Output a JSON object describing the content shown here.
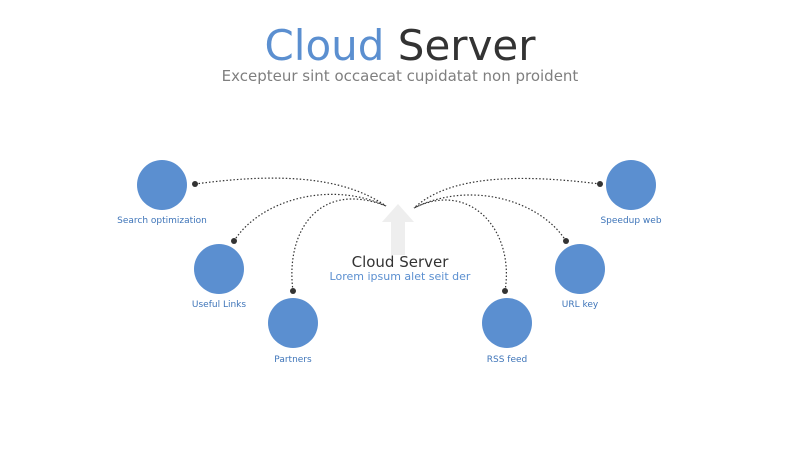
{
  "header": {
    "title_accent": "Cloud",
    "title_rest": "Server",
    "subtitle": "Excepteur sint occaecat cupidatat non proident"
  },
  "center": {
    "title": "Cloud Server",
    "subtitle": "Lorem ipsum alet seit der"
  },
  "nodes": [
    {
      "label": "Search optimization"
    },
    {
      "label": "Useful Links"
    },
    {
      "label": "Partners"
    },
    {
      "label": "RSS feed"
    },
    {
      "label": "URL key"
    },
    {
      "label": "Speedup web"
    }
  ],
  "colors": {
    "accent": "#5b8fd0",
    "label": "#3f75b9",
    "title_dark": "#333333",
    "subtitle_gray": "#7f7f7f",
    "connector": "#333333",
    "arrow": "#eeeeee"
  },
  "icons": {
    "center": "upload-arrow-icon"
  }
}
